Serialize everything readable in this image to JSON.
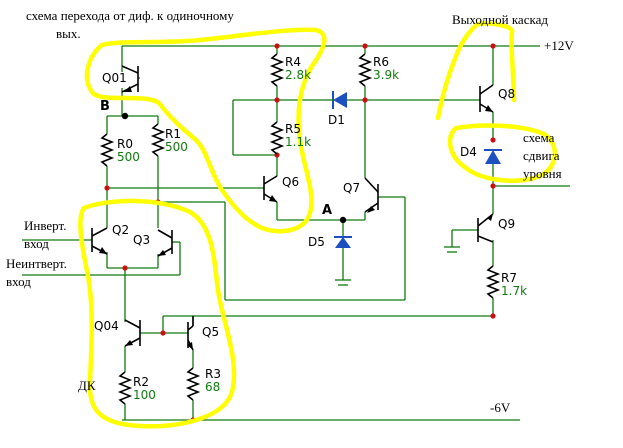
{
  "annotations": {
    "title_line1": "схема перехода от диф. к одиночному",
    "title_line2": "вых.",
    "output_stage": "Выходной каскад",
    "shift_line1": "схема",
    "shift_line2": "сдвига",
    "shift_line3": "уровня",
    "inv_line1": "Инверт.",
    "inv_line2": "вход",
    "noninv_line1": "Неинтверт.",
    "noninv_line2": "вход",
    "dk": "ДК",
    "node_a": "A",
    "node_b": "B"
  },
  "rails": {
    "vplus": "+12V",
    "vminus": "-6V"
  },
  "transistors": {
    "q01": "Q01",
    "q2": "Q2",
    "q3": "Q3",
    "q04": "Q04",
    "q5": "Q5",
    "q6": "Q6",
    "q7": "Q7",
    "q8": "Q8",
    "q9": "Q9"
  },
  "resistors": {
    "r0": {
      "name": "R0",
      "value": "500"
    },
    "r1": {
      "name": "R1",
      "value": "500"
    },
    "r2": {
      "name": "R2",
      "value": "100"
    },
    "r3": {
      "name": "R3",
      "value": "68"
    },
    "r4": {
      "name": "R4",
      "value": "2.8k"
    },
    "r5": {
      "name": "R5",
      "value": "1.1k"
    },
    "r6": {
      "name": "R6",
      "value": "3.9k"
    },
    "r7": {
      "name": "R7",
      "value": "1.7k"
    }
  },
  "diodes": {
    "d1": "D1",
    "d4": "D4",
    "d5": "D5"
  }
}
